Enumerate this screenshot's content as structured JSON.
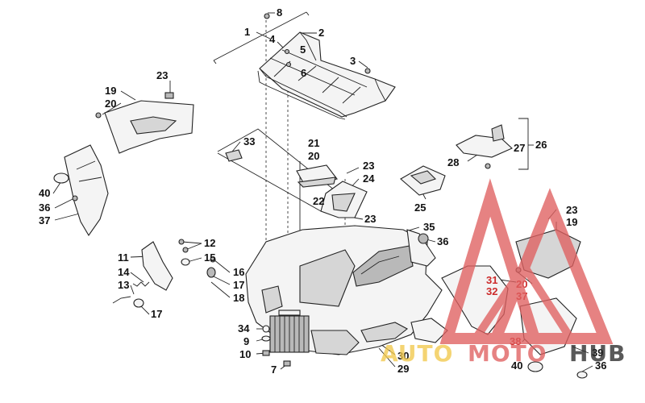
{
  "labels": [
    {
      "id": "l1",
      "text": "1"
    },
    {
      "id": "l2",
      "text": "2"
    },
    {
      "id": "l3",
      "text": "3"
    },
    {
      "id": "l4",
      "text": "4"
    },
    {
      "id": "l5",
      "text": "5"
    },
    {
      "id": "l6",
      "text": "6"
    },
    {
      "id": "l7",
      "text": "7"
    },
    {
      "id": "l8",
      "text": "8"
    },
    {
      "id": "l9",
      "text": "9"
    },
    {
      "id": "l10",
      "text": "10"
    },
    {
      "id": "l11",
      "text": "11"
    },
    {
      "id": "l12",
      "text": "12"
    },
    {
      "id": "l13",
      "text": "13"
    },
    {
      "id": "l14",
      "text": "14"
    },
    {
      "id": "l15",
      "text": "15"
    },
    {
      "id": "l16",
      "text": "16"
    },
    {
      "id": "l17a",
      "text": "17"
    },
    {
      "id": "l17b",
      "text": "17"
    },
    {
      "id": "l18",
      "text": "18"
    },
    {
      "id": "l19a",
      "text": "19"
    },
    {
      "id": "l19b",
      "text": "19"
    },
    {
      "id": "l20a",
      "text": "20"
    },
    {
      "id": "l20b",
      "text": "20"
    },
    {
      "id": "l20c",
      "text": "20"
    },
    {
      "id": "l21",
      "text": "21"
    },
    {
      "id": "l22",
      "text": "22"
    },
    {
      "id": "l23a",
      "text": "23"
    },
    {
      "id": "l23b",
      "text": "23"
    },
    {
      "id": "l23c",
      "text": "23"
    },
    {
      "id": "l23d",
      "text": "23"
    },
    {
      "id": "l24",
      "text": "24"
    },
    {
      "id": "l25",
      "text": "25"
    },
    {
      "id": "l26",
      "text": "26"
    },
    {
      "id": "l27",
      "text": "27"
    },
    {
      "id": "l28",
      "text": "28"
    },
    {
      "id": "l29",
      "text": "29"
    },
    {
      "id": "l30",
      "text": "30"
    },
    {
      "id": "l31",
      "text": "31"
    },
    {
      "id": "l32",
      "text": "32"
    },
    {
      "id": "l33",
      "text": "33"
    },
    {
      "id": "l34",
      "text": "34"
    },
    {
      "id": "l35",
      "text": "35"
    },
    {
      "id": "l36a",
      "text": "36"
    },
    {
      "id": "l36b",
      "text": "36"
    },
    {
      "id": "l36c",
      "text": "36"
    },
    {
      "id": "l37a",
      "text": "37"
    },
    {
      "id": "l37b",
      "text": "37"
    },
    {
      "id": "l38",
      "text": "38"
    },
    {
      "id": "l39",
      "text": "39"
    },
    {
      "id": "l40a",
      "text": "40"
    },
    {
      "id": "l40b",
      "text": "40"
    }
  ],
  "watermark": {
    "text_auto": "AUTO",
    "text_moto": "MOTO",
    "text_hub": "HUB",
    "color_red": "#e06060",
    "color_yellow": "#f2c94c",
    "color_dark": "#2b2b2b"
  }
}
